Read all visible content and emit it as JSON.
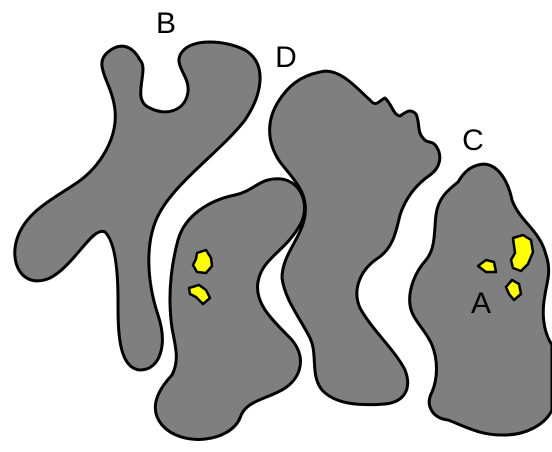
{
  "colors": {
    "background": "#ffffff",
    "shape_fill": "#7f7f7f",
    "outline": "#000000",
    "highlight_fill": "#ffff00"
  },
  "labels": {
    "a": "A",
    "b": "B",
    "c": "C",
    "d": "D"
  },
  "shapes": [
    {
      "name": "shape-b",
      "label": "B",
      "highlight_spots": 0
    },
    {
      "name": "shape-left-lower",
      "label": "",
      "highlight_spots": 2
    },
    {
      "name": "shape-d",
      "label": "D",
      "highlight_spots": 0
    },
    {
      "name": "shape-right-a",
      "label": "A",
      "highlight_spots": 3
    }
  ]
}
